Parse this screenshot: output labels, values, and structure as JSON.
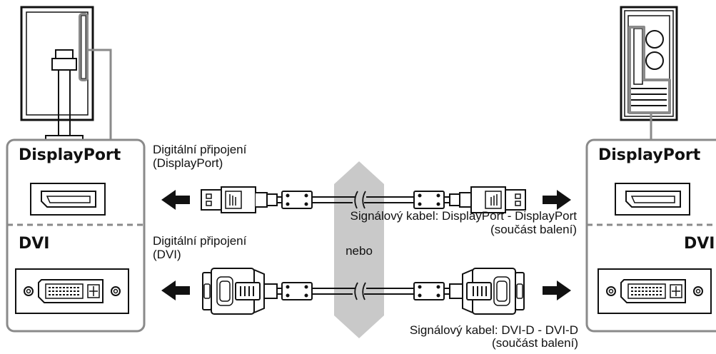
{
  "left_panel": {
    "port_displayport": "DisplayPort",
    "port_dvi": "DVI"
  },
  "right_panel": {
    "port_displayport": "DisplayPort",
    "port_dvi": "DVI"
  },
  "connection_dp": {
    "label_line1": "Digitální připojení",
    "label_line2": "(DisplayPort)",
    "cable_line1": "Signálový kabel: DisplayPort - DisplayPort",
    "cable_line2": "(součást balení)"
  },
  "separator": "nebo",
  "connection_dvi": {
    "label_line1": "Digitální připojení",
    "label_line2": "(DVI)",
    "cable_line1": "Signálový kabel: DVI-D - DVI-D",
    "cable_line2": "(součást balení)"
  },
  "colors": {
    "panel_border": "#8a8a8a",
    "gray_band": "#c8c8c8",
    "line": "#111111"
  }
}
